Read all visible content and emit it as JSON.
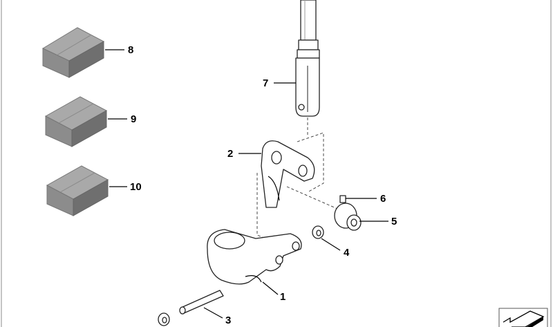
{
  "diagram": {
    "callouts": [
      {
        "id": "1",
        "label": "1"
      },
      {
        "id": "2",
        "label": "2"
      },
      {
        "id": "3",
        "label": "3"
      },
      {
        "id": "4",
        "label": "4"
      },
      {
        "id": "5",
        "label": "5"
      },
      {
        "id": "6",
        "label": "6"
      },
      {
        "id": "7",
        "label": "7"
      },
      {
        "id": "8",
        "label": "8"
      },
      {
        "id": "9",
        "label": "9"
      },
      {
        "id": "10",
        "label": "10"
      }
    ],
    "colors": {
      "box_top": "#a9a9a9",
      "box_front": "#8c8c8c",
      "box_side": "#6f6f6f"
    }
  }
}
